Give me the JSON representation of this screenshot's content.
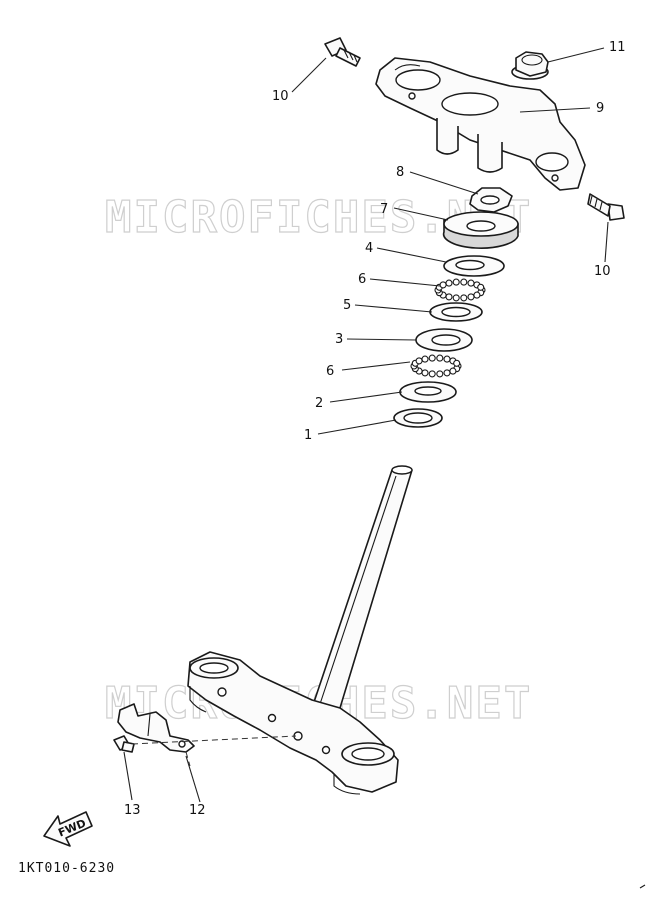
{
  "watermarks": [
    "MICROFICHES.NET",
    "MICROFICHES.NET"
  ],
  "callouts": {
    "c1": "1",
    "c2": "2",
    "c3": "3",
    "c4": "4",
    "c5": "5",
    "c6a": "6",
    "c6b": "6",
    "c7": "7",
    "c8": "8",
    "c9": "9",
    "c10a": "10",
    "c10b": "10",
    "c11": "11",
    "c12": "12",
    "c13": "13"
  },
  "fwd_label": "FWD",
  "diagram_code": "1KT010-6230"
}
